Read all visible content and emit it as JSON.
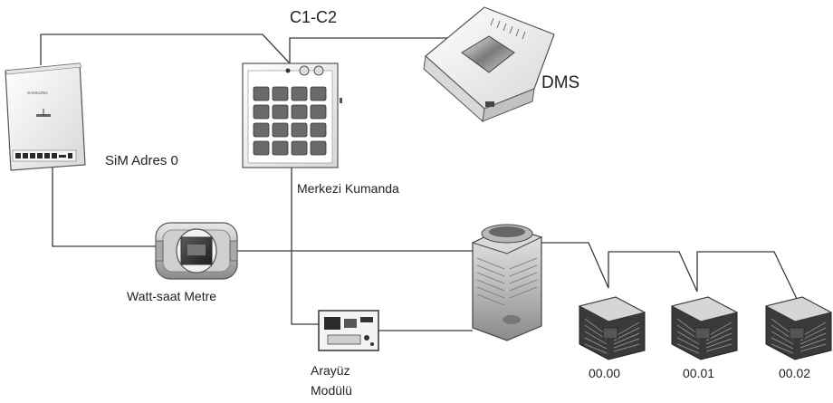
{
  "labels": {
    "bus": "C1-C2",
    "dms": "DMS",
    "sim": "SiM Adres 0",
    "central": "Merkezi Kumanda",
    "watt_meter": "Watt-saat Metre",
    "interface_line1": "Arayüz",
    "interface_line2": "Modülü",
    "unit_0": "00.00",
    "unit_1": "00.01",
    "unit_2": "00.02"
  },
  "device_marks": {
    "sim_brand": "SAMSUNG"
  },
  "colors": {
    "wire": "#3a3a3a",
    "device_body": "#f2f2f2",
    "device_outline": "#555555",
    "dark_part": "#2b2b2b"
  }
}
